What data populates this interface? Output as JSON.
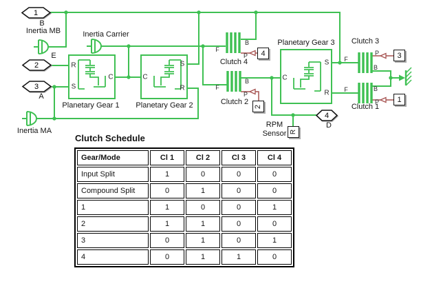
{
  "colors": {
    "connection_green": "#3ec052",
    "signal_red": "#a5504e",
    "text": "#141414",
    "block_border": "#141414",
    "shadow": "#ababab"
  },
  "ports": {
    "in1": {
      "num": "1",
      "label": "B"
    },
    "in2": {
      "num": "2",
      "label": "E"
    },
    "in3": {
      "num": "3",
      "label": "A"
    },
    "out1": {
      "num": "4",
      "label": "D"
    }
  },
  "blocks": {
    "inertia_mb": "Inertia MB",
    "inertia_carrier": "Inertia Carrier",
    "inertia_ma": "Inertia MA",
    "planetary_gear_1": "Planetary Gear 1",
    "planetary_gear_2": "Planetary Gear 2",
    "planetary_gear_3": "Planetary Gear 3",
    "clutch_1": "Clutch 1",
    "clutch_2": "Clutch 2",
    "clutch_3": "Clutch 3",
    "clutch_4": "Clutch 4",
    "rpm_sensor": "RPM Sensor"
  },
  "port_letters": {
    "R": "R",
    "S": "S",
    "C": "C",
    "F": "F",
    "B": "B",
    "P": "P"
  },
  "sensor_glyph": "R",
  "signal_blocks": {
    "clutch4": "4",
    "clutch2": "2",
    "clutch3": "3",
    "clutch1": "1"
  },
  "table": {
    "title": "Clutch Schedule",
    "columns": [
      "Gear/Mode",
      "Cl 1",
      "Cl 2",
      "Cl 3",
      "Cl 4"
    ],
    "rows": [
      [
        "Input Split",
        "1",
        "0",
        "0",
        "0"
      ],
      [
        "Compound Split",
        "0",
        "1",
        "0",
        "0"
      ],
      [
        "1",
        "1",
        "0",
        "0",
        "1"
      ],
      [
        "2",
        "1",
        "1",
        "0",
        "0"
      ],
      [
        "3",
        "0",
        "1",
        "0",
        "1"
      ],
      [
        "4",
        "0",
        "1",
        "1",
        "0"
      ]
    ]
  }
}
